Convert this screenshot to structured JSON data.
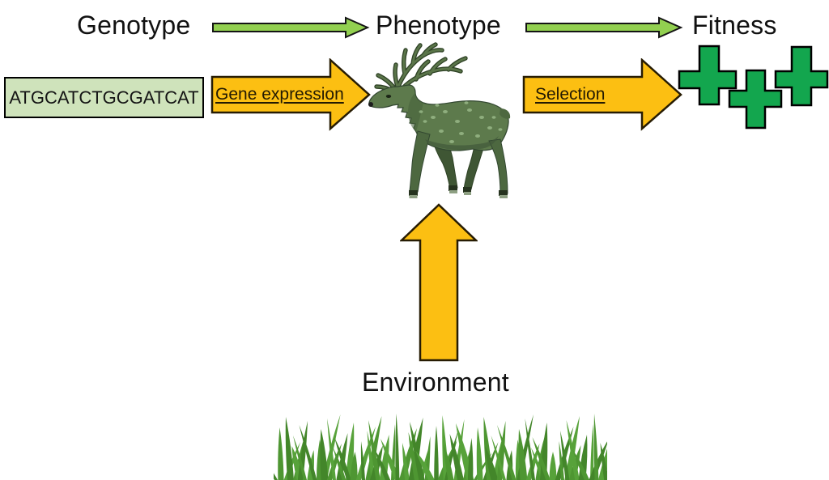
{
  "labels": {
    "genotype": "Genotype",
    "phenotype": "Phenotype",
    "fitness": "Fitness",
    "gene_expression": "Gene expression",
    "selection": "Selection",
    "environment": "Environment"
  },
  "genotype_box": {
    "sequence": "ATGCATCTGCGATCAT"
  },
  "fitness_indicator": {
    "plus_count": 3,
    "symbol": "plus-sign"
  },
  "icons": {
    "genotype_to_phenotype_arrow": "green-right-arrow",
    "phenotype_to_fitness_arrow": "green-right-arrow",
    "gene_expression_arrow": "orange-right-arrow",
    "selection_arrow": "orange-right-arrow",
    "environment_arrow": "orange-up-arrow",
    "phenotype_image": "green-elk-illustration",
    "environment_image": "grass-illustration"
  },
  "colors": {
    "green_arrow_fill": "#92d050",
    "green_arrow_outline": "#141414",
    "orange_arrow_fill": "#fcbf12",
    "orange_arrow_outline": "#271c03",
    "dna_box_fill": "#cfe3bb",
    "dna_box_border": "#000000",
    "plus_fill": "#13a64e",
    "plus_outline": "#000000",
    "deer_body": "#5d7a4c",
    "grass_green": "#4e9632",
    "label_text": "#111111",
    "arrow_label_text": "#231a02"
  }
}
